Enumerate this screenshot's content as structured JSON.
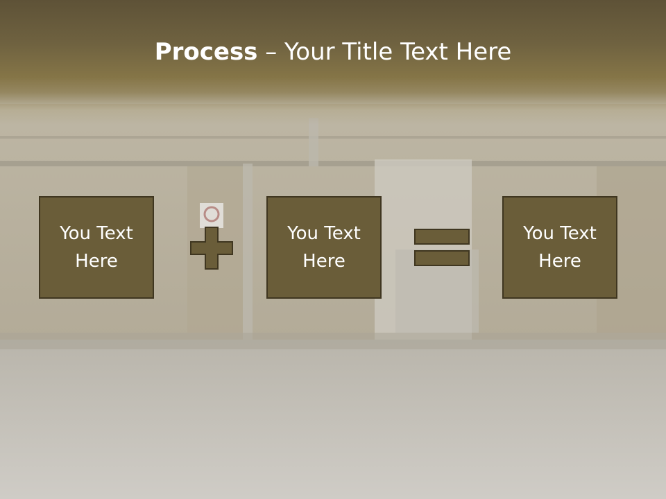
{
  "title": {
    "bold_part": "Process",
    "rest": " – Your Title Text Here"
  },
  "boxes": [
    {
      "label": "You Text Here"
    },
    {
      "label": "You Text Here"
    },
    {
      "label": "You Text Here"
    }
  ],
  "operators": [
    "plus-icon",
    "equals-icon"
  ],
  "colors": {
    "box_fill": "#6a5d39",
    "box_border": "#3f3620",
    "title_band": "#6f6240",
    "background": "#c9c6c0"
  }
}
